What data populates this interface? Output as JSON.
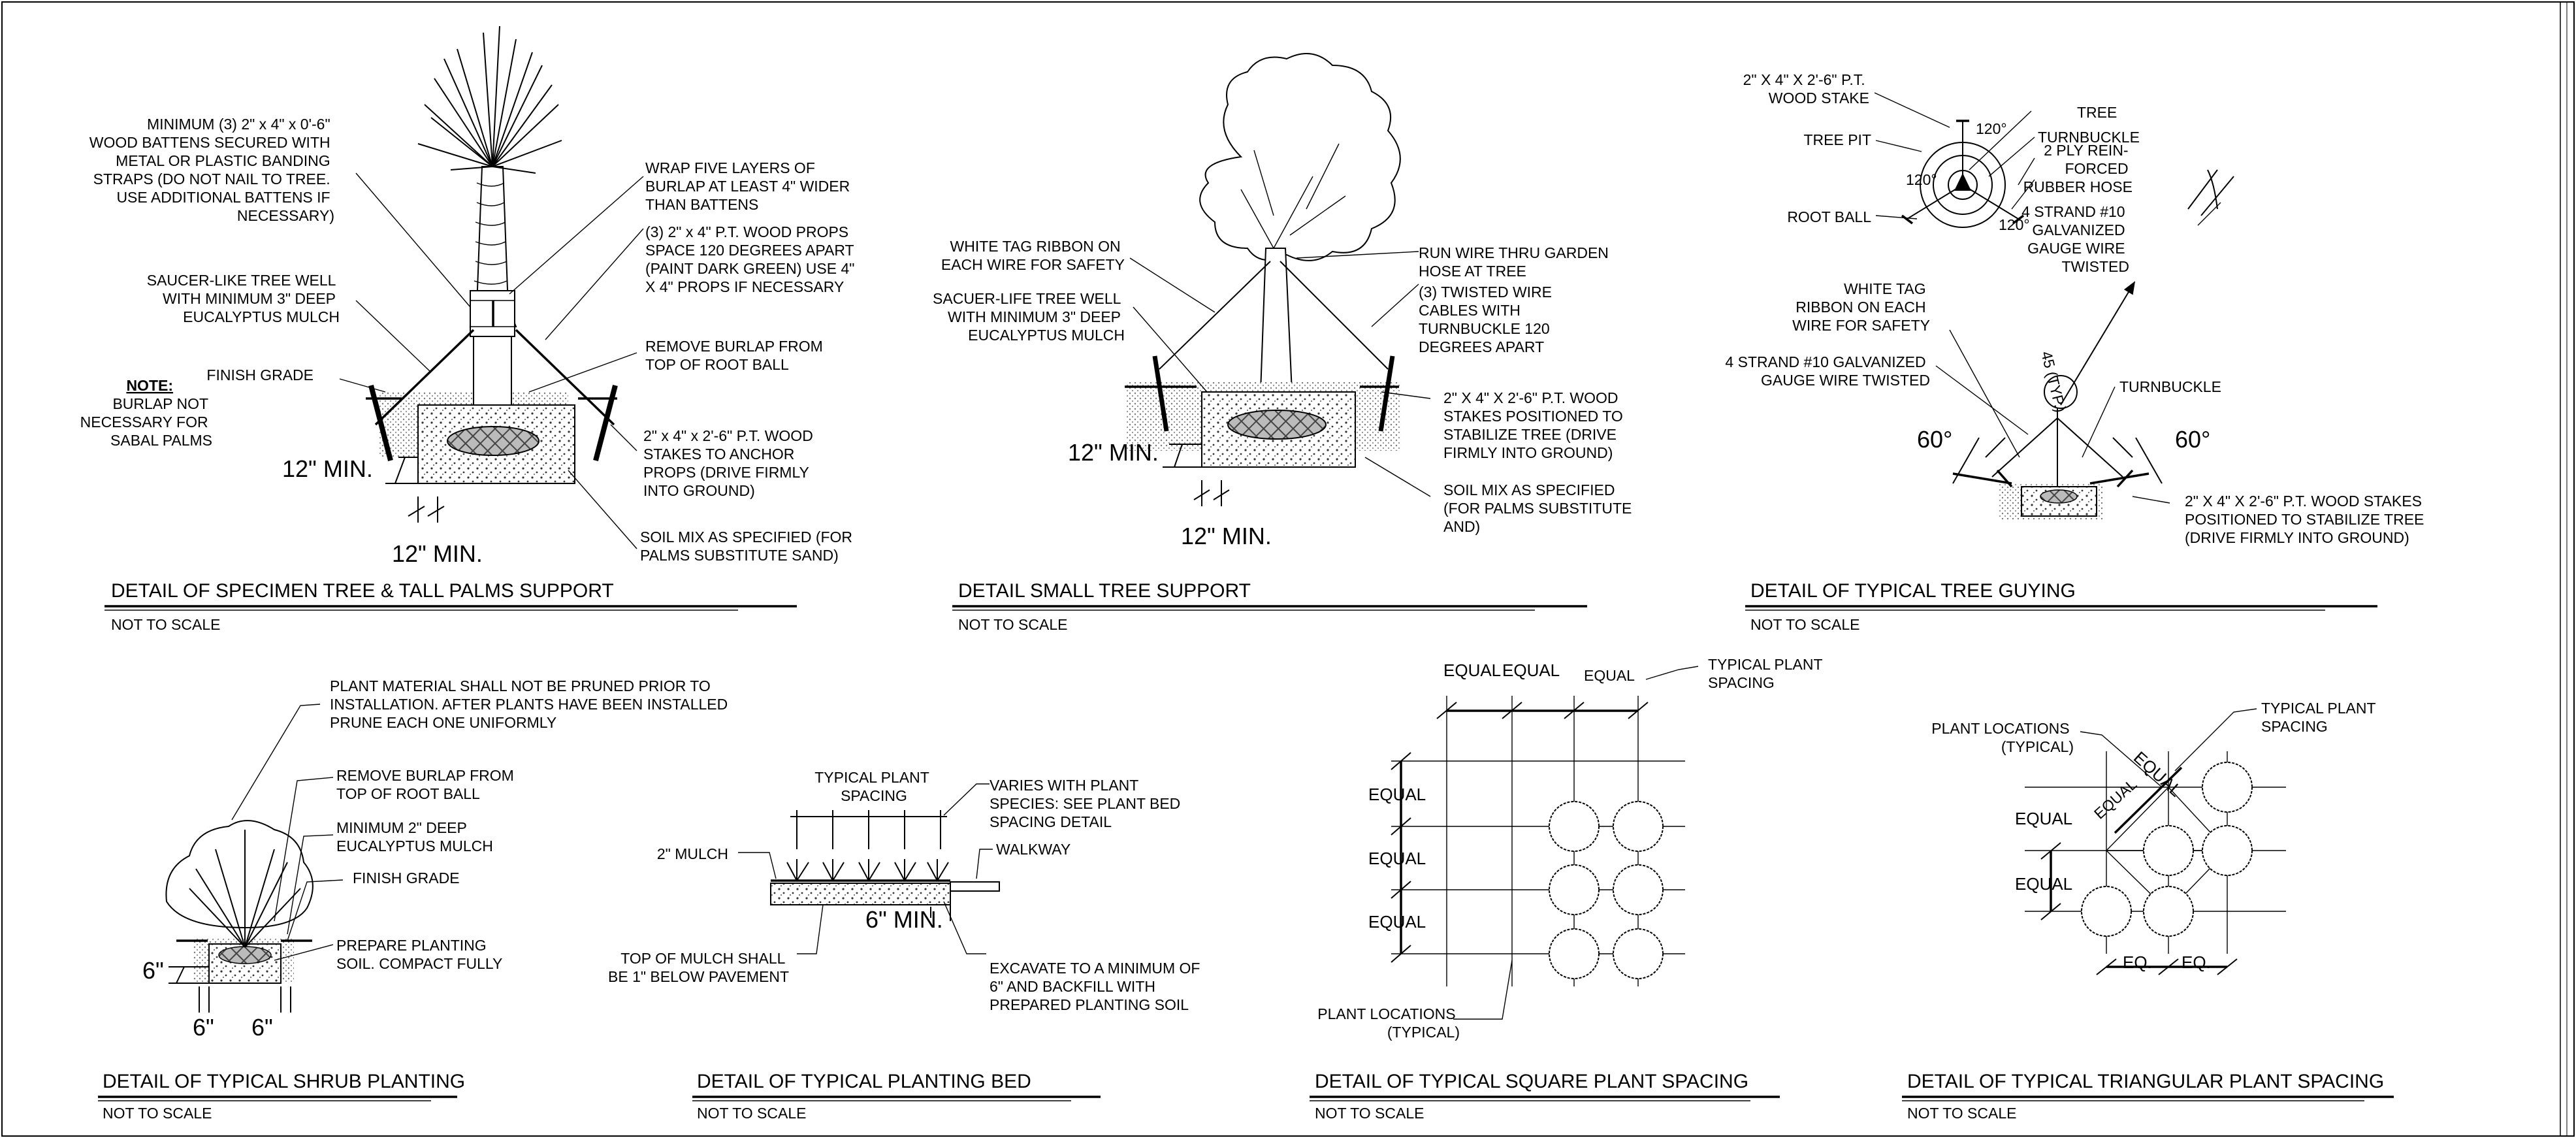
{
  "details": [
    {
      "id": "palm",
      "title": "DETAIL OF SPECIMEN TREE & TALL PALMS SUPPORT",
      "scale": "NOT TO SCALE",
      "callouts": [
        [
          "MINIMUM (3) 2\" x 4\" x 0'-6\"",
          "WOOD BATTENS SECURED WITH",
          "METAL OR PLASTIC BANDING",
          "STRAPS (DO NOT NAIL TO TREE.",
          "USE ADDITIONAL BATTENS IF",
          "NECESSARY)"
        ],
        [
          "WRAP FIVE LAYERS OF",
          "BURLAP AT LEAST 4\" WIDER",
          "THAN BATTENS"
        ],
        [
          "(3) 2\" x 4\" P.T. WOOD PROPS",
          "SPACE 120 DEGREES APART",
          "(PAINT DARK GREEN) USE 4\"",
          "X 4\" PROPS IF NECESSARY"
        ],
        [
          "SAUCER-LIKE TREE WELL",
          "WITH MINIMUM 3\" DEEP",
          "EUCALYPTUS MULCH"
        ],
        [
          "REMOVE BURLAP FROM",
          "TOP OF ROOT BALL"
        ],
        [
          "FINISH GRADE"
        ],
        [
          "2\" x 4\" x 2'-6\" P.T. WOOD",
          "STAKES TO ANCHOR",
          "PROPS (DRIVE FIRMLY",
          "INTO GROUND)"
        ],
        [
          "SOIL MIX AS SPECIFIED (FOR",
          "PALMS SUBSTITUTE SAND)"
        ]
      ],
      "note_label": "NOTE:",
      "note_lines": [
        "BURLAP NOT",
        "NECESSARY FOR",
        "SABAL PALMS"
      ],
      "dims": [
        "12\" MIN.",
        "12\" MIN."
      ]
    },
    {
      "id": "small",
      "title": "DETAIL SMALL TREE SUPPORT",
      "scale": "NOT TO SCALE",
      "callouts": [
        [
          "WHITE TAG RIBBON ON",
          "EACH WIRE FOR SAFETY"
        ],
        [
          "SACUER-LIFE TREE WELL",
          "WITH MINIMUM 3\" DEEP",
          "EUCALYPTUS MULCH"
        ],
        [
          "RUN WIRE THRU GARDEN",
          "HOSE AT TREE"
        ],
        [
          "(3) TWISTED WIRE",
          "CABLES WITH",
          "TURNBUCKLE 120",
          "DEGREES APART"
        ],
        [
          "2\" X 4\" X 2'-6\" P.T. WOOD",
          "STAKES POSITIONED TO",
          "STABILIZE TREE (DRIVE",
          "FIRMLY INTO GROUND)"
        ],
        [
          "SOIL MIX AS SPECIFIED",
          "(FOR PALMS SUBSTITUTE",
          "AND)"
        ]
      ],
      "dims": [
        "12\" MIN.",
        "12\" MIN."
      ]
    },
    {
      "id": "guying",
      "title": "DETAIL OF TYPICAL TREE GUYING",
      "scale": "NOT TO SCALE",
      "callouts": [
        [
          "2\" X 4\" X 2'-6\" P.T.",
          "WOOD STAKE"
        ],
        [
          "TREE PIT"
        ],
        [
          "ROOT BALL"
        ],
        [
          "TREE"
        ],
        [
          "TURNBUCKLE"
        ],
        [
          "2 PLY REIN-",
          "FORCED",
          "RUBBER HOSE"
        ],
        [
          "4 STRAND #10",
          "GALVANIZED",
          "GAUGE WIRE",
          "TWISTED"
        ],
        [
          "WHITE TAG",
          "RIBBON ON EACH",
          "WIRE FOR SAFETY"
        ],
        [
          "4 STRAND #10 GALVANIZED",
          "GAUGE WIRE TWISTED"
        ],
        [
          "TURNBUCKLE"
        ],
        [
          "2\" X 4\" X 2'-6\" P.T. WOOD STAKES",
          "POSITIONED TO STABILIZE TREE",
          "(DRIVE FIRMLY INTO GROUND)"
        ]
      ],
      "angles": [
        "120°",
        "120°",
        "120°"
      ],
      "angle_dims": [
        "60°",
        "60°",
        "45 (TYP.)"
      ]
    },
    {
      "id": "shrub",
      "title": "DETAIL OF TYPICAL SHRUB PLANTING",
      "scale": "NOT TO SCALE",
      "callouts": [
        [
          "PLANT MATERIAL SHALL NOT BE PRUNED PRIOR TO",
          "INSTALLATION. AFTER PLANTS HAVE BEEN INSTALLED",
          "PRUNE EACH ONE UNIFORMLY"
        ],
        [
          "REMOVE BURLAP FROM",
          "TOP OF ROOT BALL"
        ],
        [
          "MINIMUM 2\" DEEP",
          "EUCALYPTUS MULCH"
        ],
        [
          "FINISH GRADE"
        ],
        [
          "PREPARE PLANTING",
          "SOIL. COMPACT FULLY"
        ]
      ],
      "dims": [
        "6\"",
        "6\"",
        "6\""
      ]
    },
    {
      "id": "bed",
      "title": "DETAIL OF TYPICAL PLANTING BED",
      "scale": "NOT TO SCALE",
      "callouts": [
        [
          "TYPICAL PLANT",
          "SPACING"
        ],
        [
          "VARIES WITH PLANT",
          "SPECIES: SEE PLANT BED",
          "SPACING DETAIL"
        ],
        [
          "2\" MULCH"
        ],
        [
          "WALKWAY"
        ],
        [
          "TOP OF MULCH SHALL",
          "BE 1\" BELOW PAVEMENT"
        ],
        [
          "EXCAVATE TO A MINIMUM OF",
          "6\" AND BACKFILL WITH",
          "PREPARED PLANTING SOIL"
        ]
      ],
      "dims": [
        "6\" MIN."
      ]
    },
    {
      "id": "square",
      "title": "DETAIL OF TYPICAL SQUARE PLANT SPACING",
      "scale": "NOT TO SCALE",
      "callouts": [
        [
          "TYPICAL PLANT",
          "SPACING"
        ],
        [
          "PLANT LOCATIONS",
          "(TYPICAL)"
        ]
      ],
      "dims_top": [
        "EQUAL",
        "EQUAL",
        "EQUAL"
      ],
      "dims_left": [
        "EQUAL",
        "EQUAL",
        "EQUAL"
      ]
    },
    {
      "id": "triangular",
      "title": "DETAIL OF TYPICAL TRIANGULAR PLANT SPACING",
      "scale": "NOT TO SCALE",
      "callouts": [
        [
          "PLANT LOCATIONS",
          "(TYPICAL)"
        ],
        [
          "TYPICAL PLANT",
          "SPACING"
        ]
      ],
      "dims": [
        "EQUAL",
        "EQUAL",
        "EQUAL",
        "EQUAL",
        "EQ.",
        "EQ."
      ]
    }
  ]
}
